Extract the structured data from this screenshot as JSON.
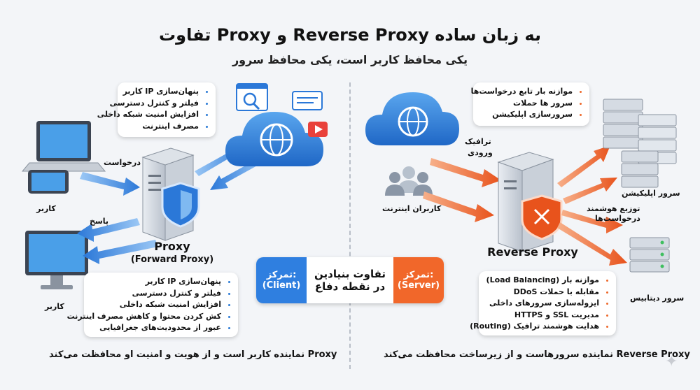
{
  "title": "تفاوت Proxy و Reverse Proxy به زبان ساده",
  "subtitle": "یکی محافظ کاربر است، یکی محافظ سرور",
  "left": {
    "top_card": [
      "پنهان‌سازی IP کاربر",
      "فیلتر و کنترل دسترسی",
      "افزایش امنیت شبکه داخلی",
      "مصرف اینترنت"
    ],
    "bottom_card": [
      "پنهان‌سازی IP کاربر",
      "فیلتر و کنترل دسترسی",
      "افزایش امنیت شبکه داخلی",
      "کش کردن محتوا و کاهش مصرف اینترنت",
      "عبور از محدودیت‌های جغرافیایی"
    ],
    "request_label": "درخواست",
    "response_label": "پاسخ",
    "user_label_top": "کاربر",
    "user_label_bottom": "کاربر",
    "proxy_name": "Proxy",
    "proxy_sub": "(Forward Proxy)",
    "footer": "Proxy نماینده کاربر است و از هویت و امنیت او محافظت می‌کند"
  },
  "right": {
    "top_card": [
      "موازنه بار تابع درخواست‌ها",
      "سرور ها حملات",
      "سرورسازی اپلیکیشن"
    ],
    "bottom_card": [
      "موازنه بار (Load Balancing)",
      "مقابله با حملات DDoS",
      "ایزوله‌سازی سرورهای داخلی",
      "مدیریت SSL و HTTPS",
      "هدایت هوشمند ترافیک (Routing)"
    ],
    "traffic_label_1": "ترافیک",
    "traffic_label_2": "ورودی",
    "internet_users": "کاربران اینترنت",
    "distribute_1": "توزیع هوشمند",
    "distribute_2": "درخواست‌ها",
    "app_server": "سرور اپلیکیشن",
    "db_server": "سرور دیتابیس",
    "reverse_proxy": "Reverse Proxy",
    "footer": "Reverse Proxy نماینده سرورهاست و از زیرساخت محافظت می‌کند"
  },
  "center": {
    "client_focus": "تمرکز:",
    "client": "(Client)",
    "diff_1": "تفاوت بنیادین",
    "diff_2": "در نقطه دفاع",
    "server_focus": "تمرکز:",
    "server": "(Server)"
  },
  "colors": {
    "blue": "#2f7fe0",
    "orange": "#f1672a",
    "background": "#f3f5f8"
  }
}
